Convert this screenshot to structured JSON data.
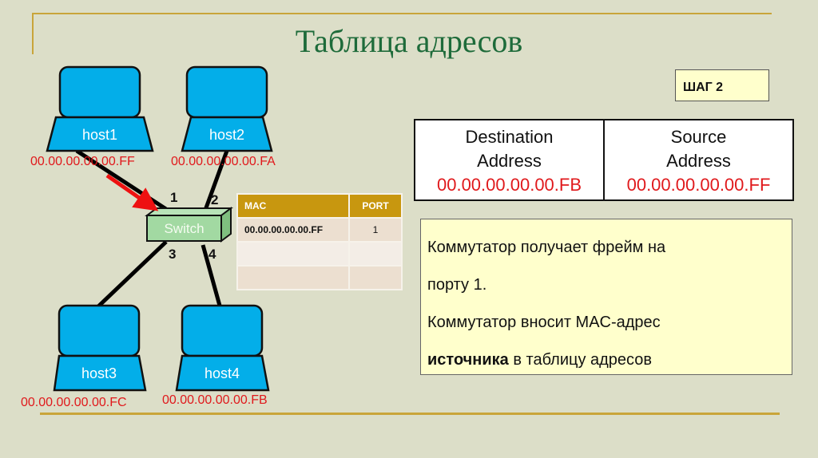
{
  "title": "Таблица адресов",
  "colors": {
    "accent_rule": "#c9a53a",
    "title": "#1e6b3a",
    "host_fill": "#03aee9",
    "mac_text": "#e0191c",
    "switch_fill": "#a2d9a2",
    "table_header": "#c8970f",
    "note_fill": "#ffffcc"
  },
  "hosts": [
    {
      "name": "host1",
      "mac": "00.00.00.00.00.FF",
      "port": "1"
    },
    {
      "name": "host2",
      "mac": "00.00.00.00.00.FA",
      "port": "2"
    },
    {
      "name": "host3",
      "mac": "00.00.00.00.00.FC",
      "port": "3"
    },
    {
      "name": "host4",
      "mac": "00.00.00.00.00.FB",
      "port": "4"
    }
  ],
  "switch": {
    "label": "Switch"
  },
  "mac_table": {
    "headers": {
      "mac": "MAC",
      "port": "PORT"
    },
    "rows": [
      {
        "mac": "00.00.00.00.00.FF",
        "port": "1"
      },
      {
        "mac": "",
        "port": ""
      },
      {
        "mac": "",
        "port": ""
      }
    ]
  },
  "step": "ШАГ 2",
  "frame": {
    "destination": {
      "label_line1": "Destination",
      "label_line2": "Address",
      "address": "00.00.00.00.00.FB"
    },
    "source": {
      "label_line1": "Source",
      "label_line2": "Address",
      "address": "00.00.00.00.00.FF"
    }
  },
  "description": {
    "line1": "Коммутатор получает фрейм на",
    "line2": "порту 1.",
    "line3": "Коммутатор вносит MAC-адрес",
    "line4_bold": "источника",
    "line4_rest": " в таблицу адресов"
  }
}
